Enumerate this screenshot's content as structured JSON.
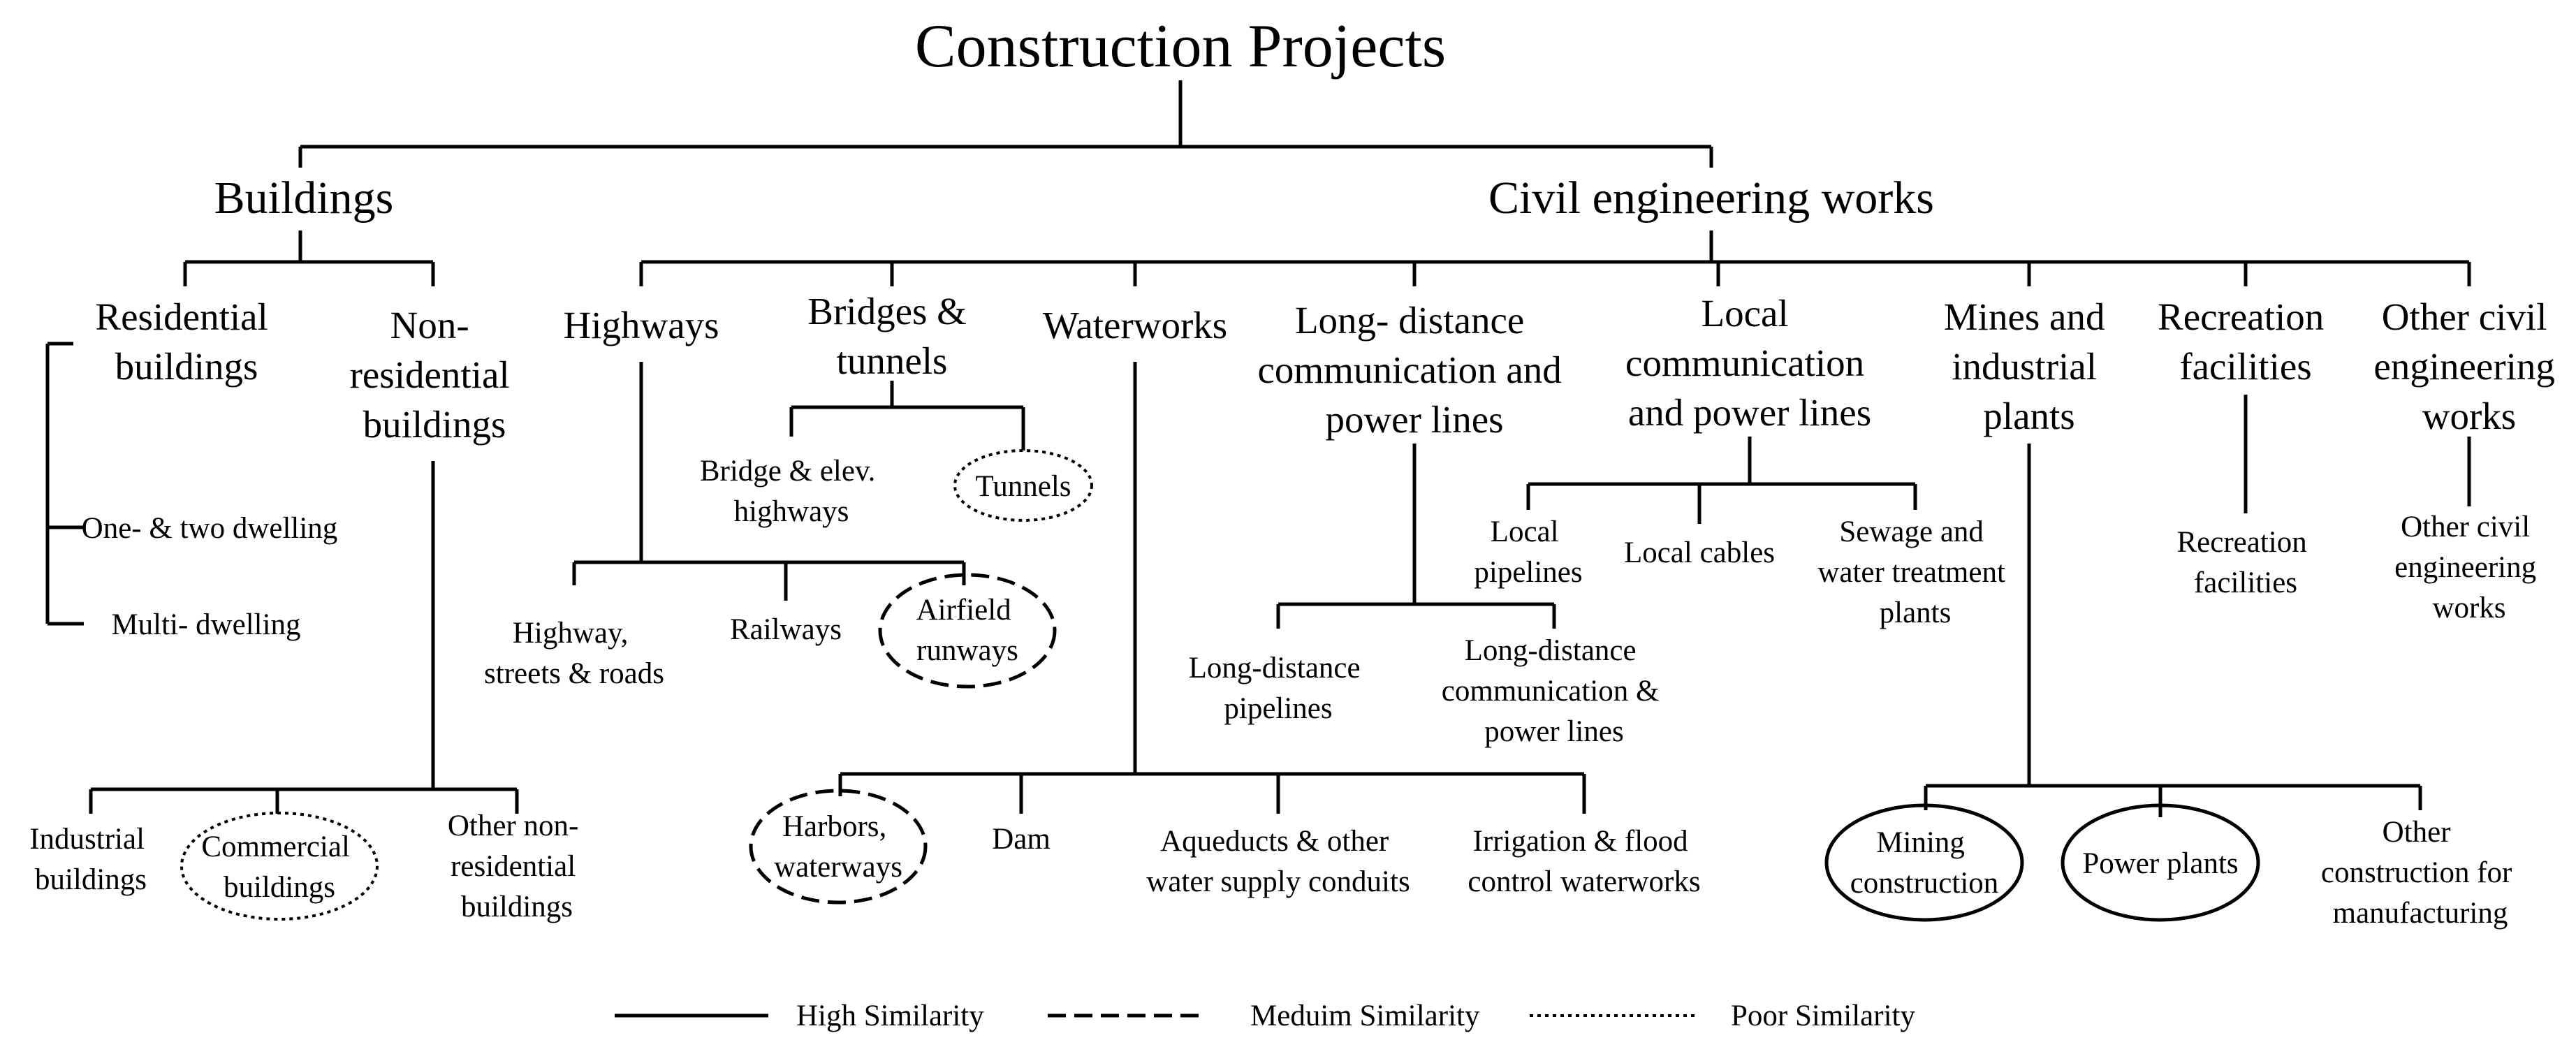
{
  "title": "Construction Projects",
  "categories": {
    "buildings": "Buildings",
    "civil": "Civil engineering works"
  },
  "buildings": {
    "residential": [
      "Residential",
      "buildings"
    ],
    "nonresidential": [
      "Non-",
      "residential",
      "buildings"
    ],
    "one_two_dwelling": "One- & two dwelling",
    "multi_dwelling": "Multi- dwelling",
    "industrial": [
      "Industrial",
      "buildings"
    ],
    "commercial": [
      "Commercial",
      "buildings"
    ],
    "other_nonresidential": [
      "Other non-",
      "residential",
      "buildings"
    ]
  },
  "civil": {
    "highways": "Highways",
    "bridges_tunnels": [
      "Bridges &",
      "tunnels"
    ],
    "waterworks": "Waterworks",
    "longdistance": [
      "Long- distance",
      "communication and",
      "power lines"
    ],
    "local": [
      "Local",
      "communication",
      "and power lines"
    ],
    "mines": [
      "Mines and",
      "industrial",
      "plants"
    ],
    "recreation": [
      "Recreation",
      "facilities"
    ],
    "other_civil": [
      "Other civil",
      "engineering",
      "works"
    ]
  },
  "leaves": {
    "bridge_elev": [
      "Bridge & elev.",
      "highways"
    ],
    "tunnels": "Tunnels",
    "highway_streets": [
      "Highway,",
      "streets & roads"
    ],
    "railways": "Railways",
    "airfield": [
      "Airfield",
      "runways"
    ],
    "harbors": [
      "Harbors,",
      "waterways"
    ],
    "dam": "Dam",
    "aqueducts": [
      "Aqueducts & other",
      "water supply conduits"
    ],
    "irrigation": [
      "Irrigation & flood",
      "control waterworks"
    ],
    "ld_pipelines": [
      "Long-distance",
      "pipelines"
    ],
    "ld_comm": [
      "Long-distance",
      "communication &",
      "power lines"
    ],
    "local_pipelines": [
      "Local",
      "pipelines"
    ],
    "local_cables": "Local cables",
    "sewage": [
      "Sewage and",
      "water treatment",
      "plants"
    ],
    "recreation_leaf": [
      "Recreation",
      "facilities"
    ],
    "other_civil_leaf": [
      "Other civil",
      "engineering",
      "works"
    ],
    "mining": [
      "Mining",
      "construction"
    ],
    "power_plants": "Power plants",
    "other_manufacturing": [
      "Other",
      "construction for",
      "manufacturing"
    ]
  },
  "legend": {
    "high": "High Similarity",
    "medium": "Meduim Similarity",
    "poor": "Poor Similarity"
  },
  "similarity": {
    "solid": [
      "Mining construction",
      "Power plants"
    ],
    "dashed": [
      "Airfield runways",
      "Harbors, waterways"
    ],
    "dotted": [
      "Tunnels",
      "Commercial buildings"
    ]
  }
}
